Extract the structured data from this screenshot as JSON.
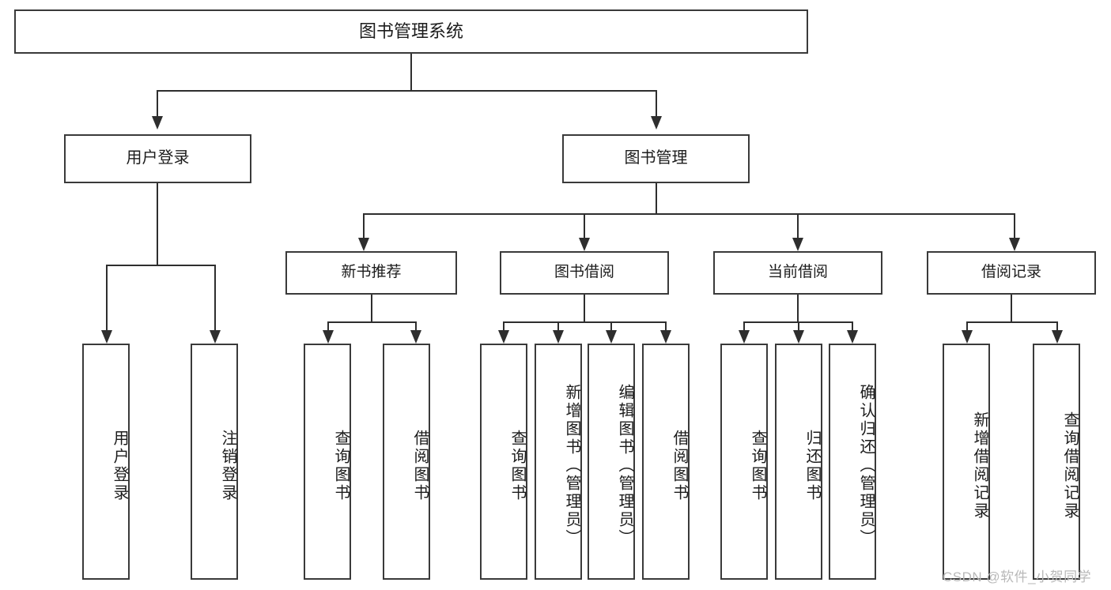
{
  "diagram": {
    "type": "tree-hierarchy-functional-decomposition",
    "root": {
      "label": "图书管理系统"
    },
    "level2": [
      {
        "label": "用户登录"
      },
      {
        "label": "图书管理"
      }
    ],
    "level3": [
      {
        "label": "新书推荐"
      },
      {
        "label": "图书借阅"
      },
      {
        "label": "当前借阅"
      },
      {
        "label": "借阅记录"
      }
    ],
    "leaves": {
      "user_login": [
        {
          "label": "用户登录"
        },
        {
          "label": "注销登录"
        }
      ],
      "new_book_recommend": [
        {
          "label": "查询图书"
        },
        {
          "label": "借阅图书"
        }
      ],
      "book_borrow": [
        {
          "label": "查询图书"
        },
        {
          "label": "新增图书（管理员）"
        },
        {
          "label": "编辑图书（管理员）"
        },
        {
          "label": "借阅图书"
        }
      ],
      "current_borrow": [
        {
          "label": "查询图书"
        },
        {
          "label": "归还图书"
        },
        {
          "label": "确认归还（管理员）"
        }
      ],
      "borrow_record": [
        {
          "label": "新增借阅记录"
        },
        {
          "label": "查询借阅记录"
        }
      ]
    }
  },
  "watermark": {
    "text": "CSDN @软件_小贺同学"
  },
  "colors": {
    "border": "#3a3a3a",
    "connector": "#2e2e2e",
    "background": "#ffffff",
    "text": "#1c1c1c",
    "watermark": "#b9b9b9"
  }
}
